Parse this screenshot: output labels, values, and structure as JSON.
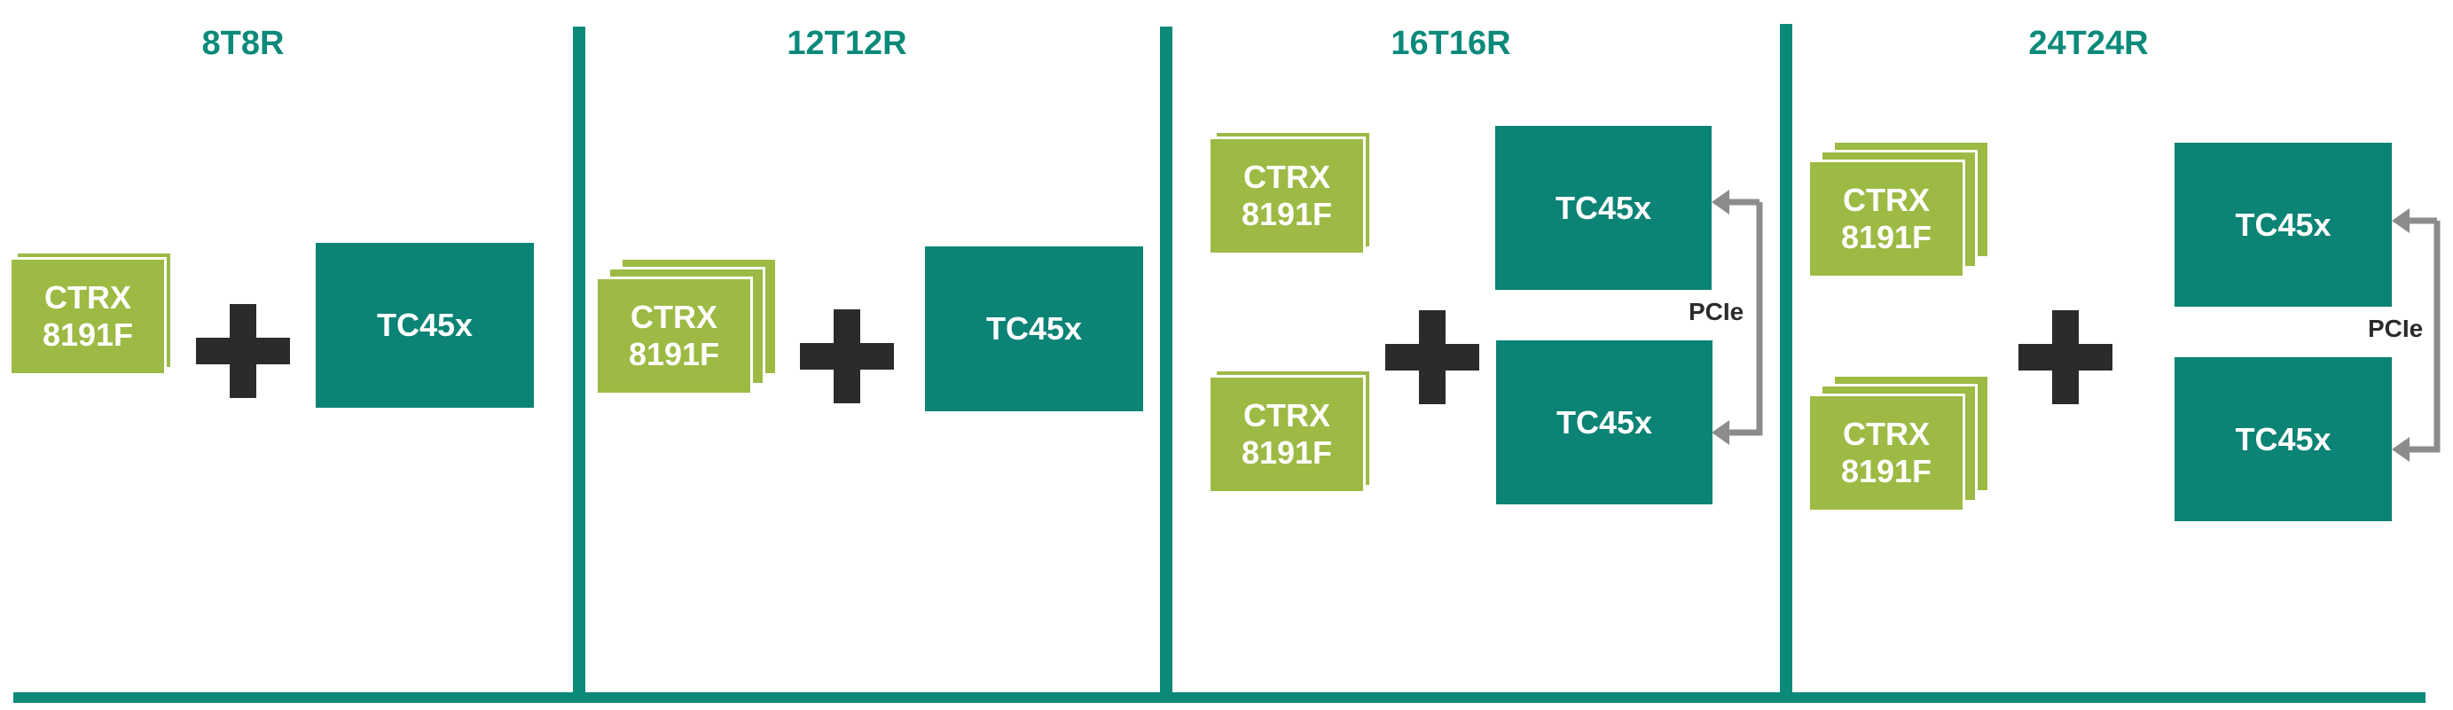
{
  "sections": [
    {
      "title": "8T8R"
    },
    {
      "title": "12T12R"
    },
    {
      "title": "16T16R"
    },
    {
      "title": "24T24R"
    }
  ],
  "ctrx": {
    "line1": "CTRX",
    "line2": "8191F"
  },
  "tc": {
    "label": "TC45x"
  },
  "pcie": {
    "label": "PCIe"
  },
  "colors": {
    "teal": "#0b8375",
    "green": "#9cba44",
    "plus": "#2b2b2b",
    "arrow": "#8c8c8c"
  }
}
